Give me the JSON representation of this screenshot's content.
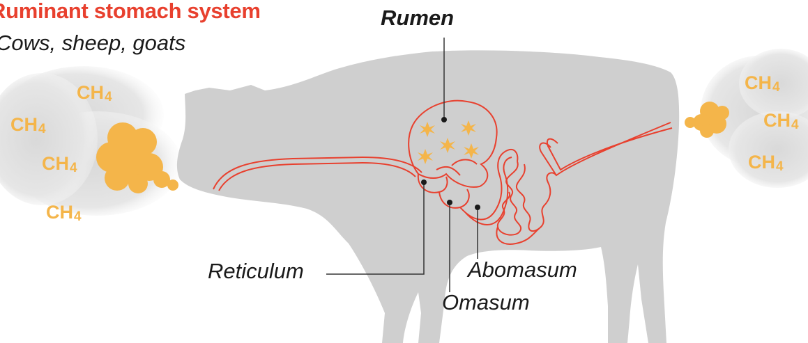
{
  "title": "Ruminant stomach system",
  "subtitle": "Cows, sheep, goats",
  "labels": {
    "rumen": "Rumen",
    "reticulum": "Reticulum",
    "omasum": "Omasum",
    "abomasum": "Abomasum"
  },
  "gas": {
    "symbol": "CH",
    "subscript": "4"
  },
  "colors": {
    "accent": "#e8402e",
    "methane": "#f4b54a",
    "cow": "#cfcfcf",
    "cloud": "#e3e3e3"
  }
}
